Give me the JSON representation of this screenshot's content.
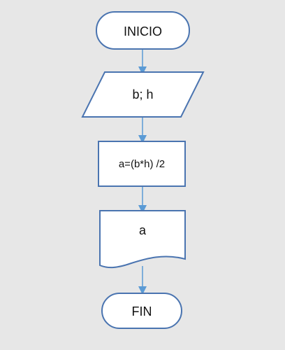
{
  "colors": {
    "background": "#e7e7e7",
    "node_fill": "#ffffff",
    "node_stroke": "#4a74b0",
    "connector": "#5b9bd5",
    "text": "#111111"
  },
  "flowchart": {
    "start": {
      "label": "INICIO",
      "shape": "terminator"
    },
    "input": {
      "label": "b; h",
      "shape": "parallelogram"
    },
    "process": {
      "label": "a=(b*h) /2",
      "shape": "rectangle"
    },
    "output": {
      "label": "a",
      "shape": "document"
    },
    "end": {
      "label": "FIN",
      "shape": "terminator"
    }
  }
}
